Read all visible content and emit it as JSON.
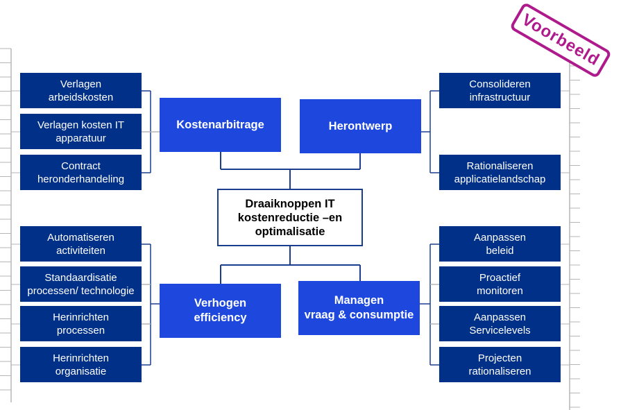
{
  "title": "Draaiknoppen IT kostenreductie –en optimalisatie",
  "stamp": "Voorbeeld",
  "colors": {
    "leaf": "#003087",
    "category": "#1e48dd",
    "connector": "#1b3d8f",
    "ruler": "#b5b5b5",
    "stamp": "#ae1a8c"
  },
  "categories": {
    "kostenarbitrage": {
      "label": "Kostenarbitrage",
      "items": [
        "Verlagen\narbeidskosten",
        "Verlagen kosten IT\napparatuur",
        "Contract\nheronderhandeling"
      ]
    },
    "herontwerp": {
      "label": "Herontwerp",
      "items": [
        "Consolideren\ninfrastructuur",
        "Rationaliseren\napplicatielandschap"
      ]
    },
    "verhogen_efficiency": {
      "label": "Verhogen\nefficiency",
      "items": [
        "Automatiseren\nactiviteiten",
        "Standaardisatie\nprocessen/ technologie",
        "Herinrichten\nprocessen",
        "Herinrichten\norganisatie"
      ]
    },
    "managen_vraag": {
      "label": "Managen\nvraag & consumptie",
      "items": [
        "Aanpassen\nbeleid",
        "Proactief\nmonitoren",
        "Aanpassen\nServicelevels",
        "Projecten\nrationaliseren"
      ]
    }
  }
}
